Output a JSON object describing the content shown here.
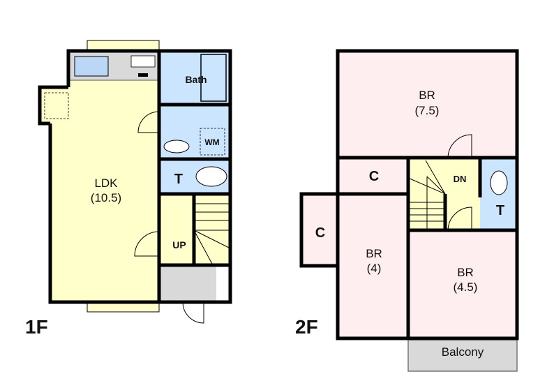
{
  "floor1": {
    "label": "1F",
    "rooms": {
      "ldk": {
        "name": "LDK",
        "size": "(10.5)"
      },
      "bath": {
        "name": "Bath"
      },
      "wm": {
        "name": "WM"
      },
      "toilet": {
        "name": "T"
      },
      "stairs": {
        "name": "UP"
      }
    }
  },
  "floor2": {
    "label": "2F",
    "rooms": {
      "br1": {
        "name": "BR",
        "size": "(7.5)"
      },
      "br2": {
        "name": "BR",
        "size": "(4)"
      },
      "br3": {
        "name": "BR",
        "size": "(4.5)"
      },
      "closet1": {
        "name": "C"
      },
      "closet2": {
        "name": "C"
      },
      "stairs": {
        "name": "DN"
      },
      "toilet": {
        "name": "T"
      },
      "balcony": {
        "name": "Balcony"
      }
    }
  },
  "colors": {
    "ldk": "#ffffcc",
    "wet": "#cce5ff",
    "bedroom": "#ffeef0",
    "gray": "#d9d9d9"
  }
}
